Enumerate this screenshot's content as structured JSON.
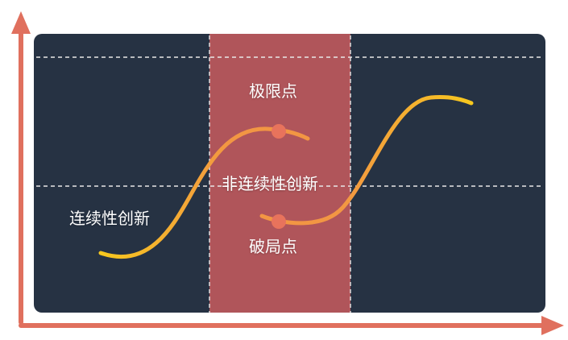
{
  "labels": {
    "limit_point": "极限点",
    "breakthrough_point": "破局点",
    "discontinuous_innovation": "非连续性创新",
    "continuous_innovation": "连续性创新"
  },
  "colors": {
    "panel": "#263243",
    "band": "#B0555A",
    "axis": "#E0705E",
    "curve": "#F7C81E",
    "curve_mid": "#F29643",
    "marker": "#E8735C",
    "dash": "#E8E8E8"
  }
}
